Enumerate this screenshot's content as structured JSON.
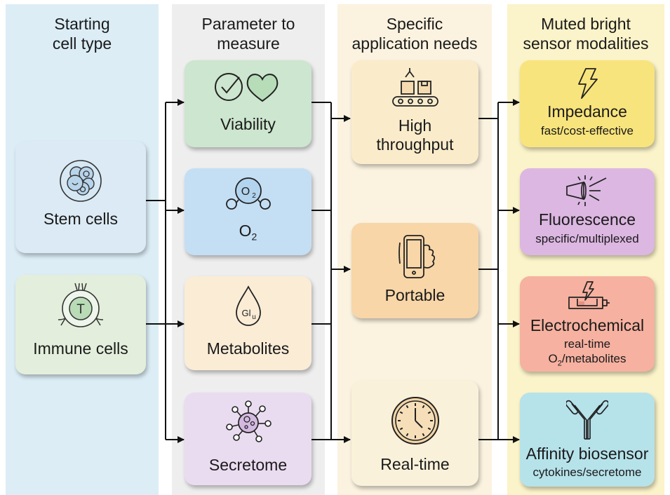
{
  "columns": [
    {
      "title_line1": "Starting",
      "title_line2": "cell type",
      "background": "#dcedf6"
    },
    {
      "title_line1": "Parameter to",
      "title_line2": "measure",
      "background": "#eeeeee"
    },
    {
      "title_line1": "Specific",
      "title_line2": "application needs",
      "background": "#fbf3e0"
    },
    {
      "title_line1": "Muted bright",
      "title_line2": "sensor modalities",
      "background": "#fbf3c9"
    }
  ],
  "cell_types": [
    {
      "label": "Stem cells",
      "icon": "stem-cell-cluster-icon",
      "color": "#dbeaf5"
    },
    {
      "label": "Immune cells",
      "icon": "t-cell-icon",
      "icon_text": "T",
      "color": "#e3efdc"
    }
  ],
  "parameters": [
    {
      "label": "Viability",
      "icon": "check-heart-icon",
      "color": "#cde6cf"
    },
    {
      "label": "O",
      "label_sub": "2",
      "icon": "oxygen-molecule-icon",
      "icon_text": "O",
      "icon_sub": "2",
      "color": "#c4dff4"
    },
    {
      "label": "Metabolites",
      "icon": "glucose-drop-icon",
      "icon_text": "Gl",
      "icon_sub": "u",
      "color": "#fbecd6"
    },
    {
      "label": "Secretome",
      "icon": "secreted-particle-icon",
      "color": "#eadcf0"
    }
  ],
  "applications": [
    {
      "label_line1": "High",
      "label_line2": "throughput",
      "icon": "conveyor-belt-icon",
      "color": "#faeccb"
    },
    {
      "label": "Portable",
      "icon": "handheld-phone-icon",
      "color": "#f8d6a8"
    },
    {
      "label": "Real-time",
      "icon": "clock-icon",
      "color": "#faf1da"
    }
  ],
  "sensors": [
    {
      "label": "Impedance",
      "sub": "fast/cost-effective",
      "icon": "lightning-bolt-icon",
      "color": "#f8e47c"
    },
    {
      "label": "Fluorescence",
      "sub": "specific/multiplexed",
      "icon": "light-emission-icon",
      "color": "#dcb7e2"
    },
    {
      "label": "Electrochemical",
      "sub": "real-time",
      "sub2_prefix": "O",
      "sub2_subscript": "2",
      "sub2_suffix": "/metabolites",
      "icon": "electrode-bolt-icon",
      "color": "#f6b1a0"
    },
    {
      "label": "Affinity biosensor",
      "sub": "cytokines/secretome",
      "icon": "antibody-icon",
      "color": "#b6e2ea"
    }
  ]
}
